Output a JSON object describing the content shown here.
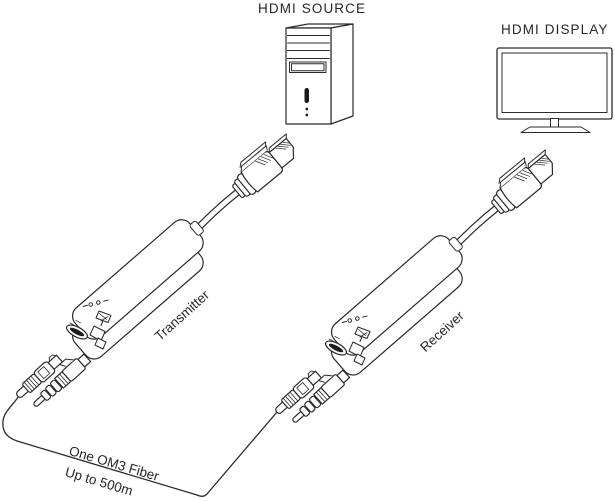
{
  "diagram": {
    "source_label": "HDMI SOURCE",
    "display_label": "HDMI DISPLAY",
    "transmitter_label": "Transmitter",
    "receiver_label": "Receiver",
    "fiber_label_line1": "One OM3 Fiber",
    "fiber_label_line2": "Up to 500m",
    "components": [
      "computer-tower",
      "hdmi-display-monitor",
      "transmitter-unit",
      "receiver-unit",
      "hdmi-cable-plug",
      "lc-fiber-connectors",
      "om3-fiber-cable"
    ],
    "colors": {
      "line": "#2b2b2b",
      "background": "#ffffff",
      "port_fill": "#1c1c1c"
    }
  }
}
